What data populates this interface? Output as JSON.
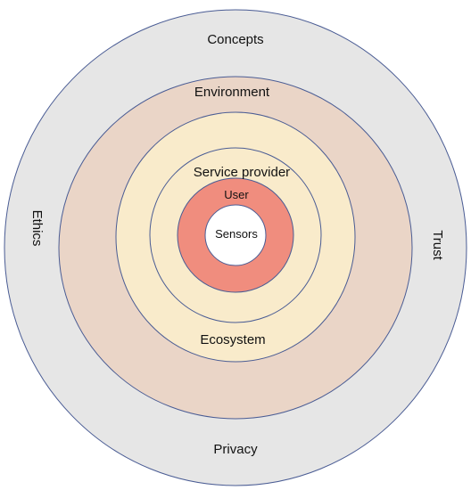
{
  "diagram": {
    "rings": [
      {
        "key": "concepts",
        "fill": "#e6e6e6"
      },
      {
        "key": "environment",
        "fill": "#ead5c7"
      },
      {
        "key": "ecosystem",
        "fill": "#f9ebcb"
      },
      {
        "key": "service_provider",
        "fill": "#f9ebcb"
      },
      {
        "key": "user",
        "fill": "#f08d7e"
      },
      {
        "key": "sensors",
        "fill": "#ffffff"
      }
    ],
    "stroke_color": "#4a5c94",
    "labels": {
      "concepts": "Concepts",
      "environment": "Environment",
      "service_provider": "Service provider",
      "user": "User",
      "sensors": "Sensors",
      "ecosystem": "Ecosystem",
      "privacy": "Privacy",
      "ethics": "Ethics",
      "trust": "Trust"
    }
  }
}
